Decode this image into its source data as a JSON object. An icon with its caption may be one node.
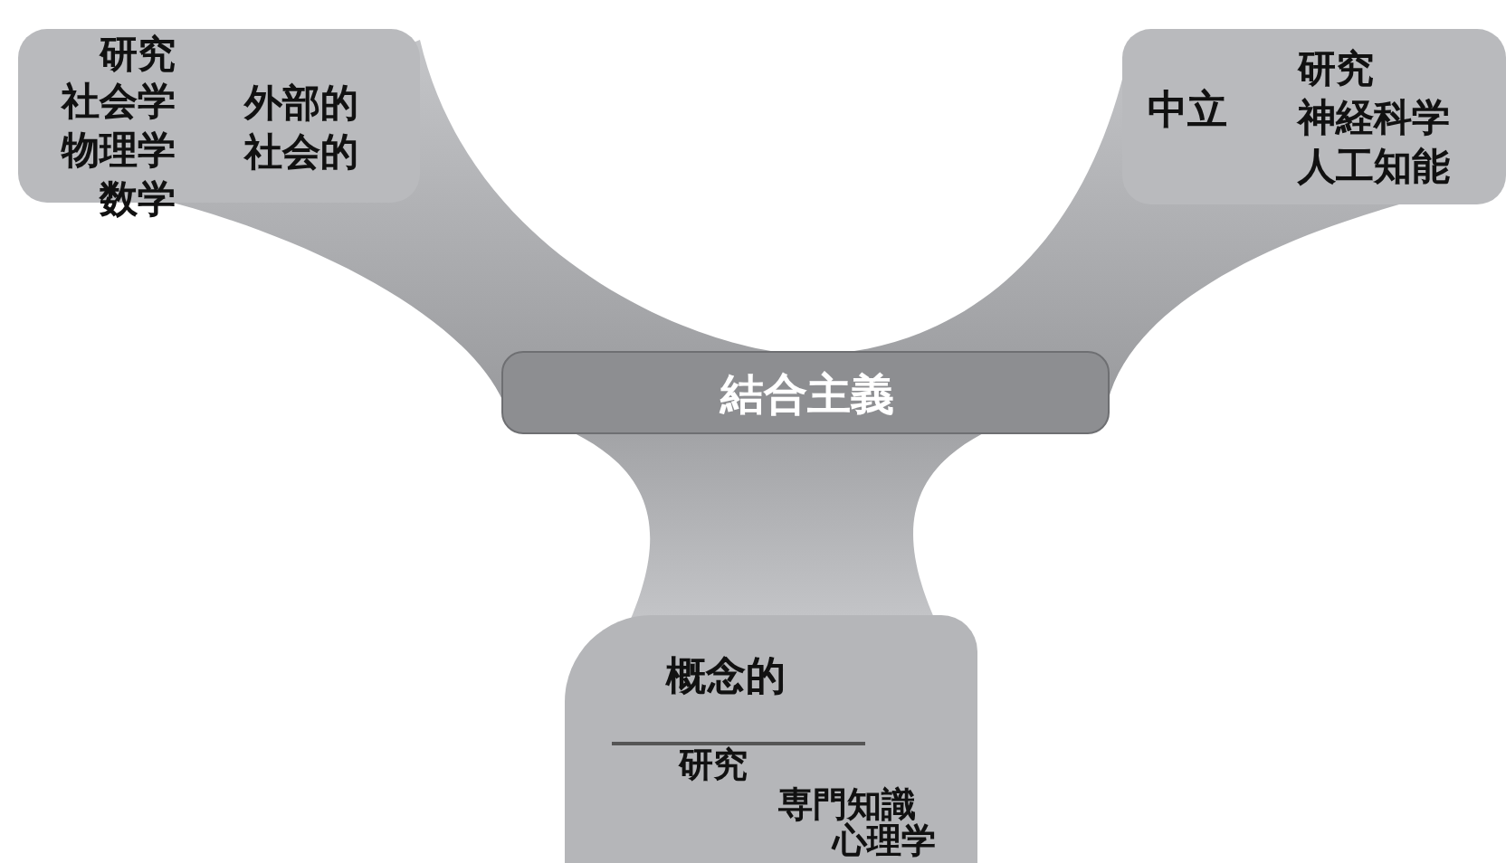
{
  "diagram": {
    "nodes": [
      {
        "text": [
          "研究",
          "社会学",
          "物理学",
          "数学",
          "外部的",
          "社会的"
        ]
      },
      {
        "text": [
          "中立",
          "研究",
          "神経科学",
          "人工知能"
        ]
      },
      {
        "text": [
          "結合主義"
        ]
      },
      {
        "text": [
          "概念的",
          "研究",
          "専門知識",
          "心理学"
        ]
      }
    ]
  }
}
